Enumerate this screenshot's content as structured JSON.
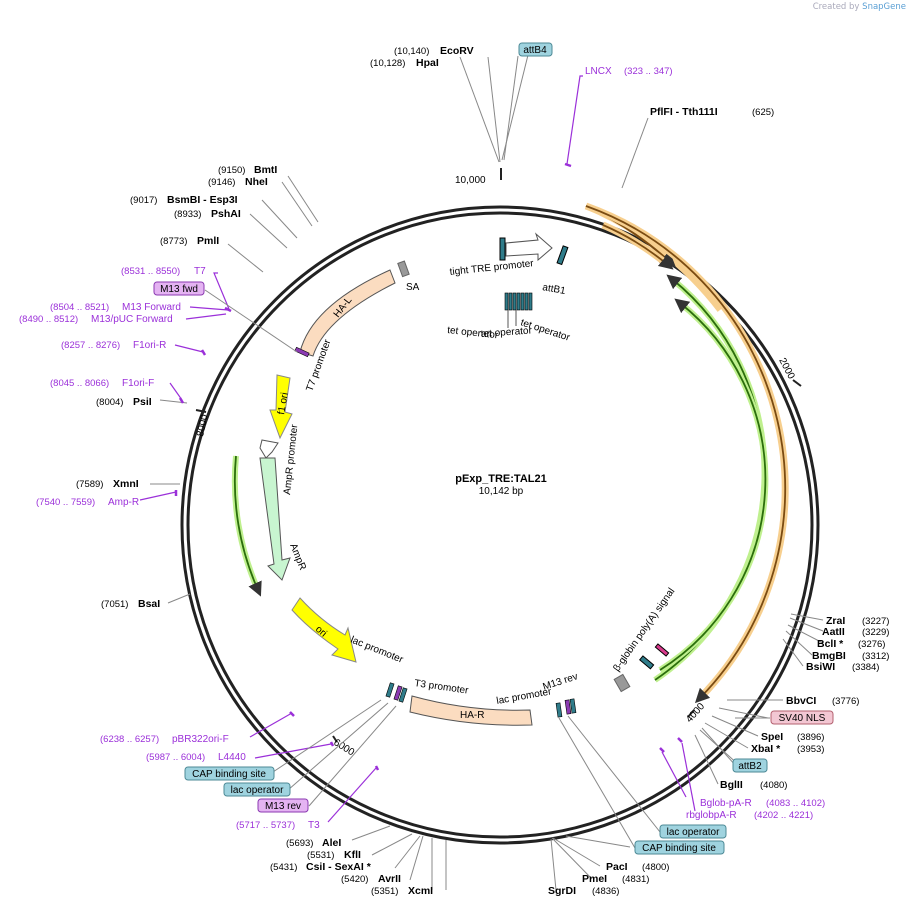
{
  "credit": {
    "prefix": "Created by",
    "brand": "SnapGene"
  },
  "plasmid": {
    "name": "pExp_TRE:TAL21",
    "length_label": "10,142 bp"
  },
  "ticks": [
    "10,000",
    "2000",
    "4000",
    "6000",
    "8000"
  ],
  "sites": [
    {
      "id": "s1",
      "name": "EcoRV",
      "coord": "(10,140)"
    },
    {
      "id": "s2",
      "name": "HpaI",
      "coord": "(10,128)"
    },
    {
      "id": "s3",
      "name": "PflFI   - Tth111I",
      "coord": "(625)"
    },
    {
      "id": "s4",
      "name": "BmtI",
      "coord": "(9150)"
    },
    {
      "id": "s5",
      "name": "NheI",
      "coord": "(9146)"
    },
    {
      "id": "s6",
      "name": "BsmBI    - Esp3I",
      "coord": "(9017)"
    },
    {
      "id": "s7",
      "name": "PshAI",
      "coord": "(8933)"
    },
    {
      "id": "s8",
      "name": "PmlI",
      "coord": "(8773)"
    },
    {
      "id": "s9",
      "name": "PsiI",
      "coord": "(8004)"
    },
    {
      "id": "s10",
      "name": "XmnI",
      "coord": "(7589)"
    },
    {
      "id": "s11",
      "name": "BsaI",
      "coord": "(7051)"
    },
    {
      "id": "s12",
      "name": "ZraI",
      "coord": "(3227)"
    },
    {
      "id": "s13",
      "name": "AatII",
      "coord": "(3229)"
    },
    {
      "id": "s14",
      "name": "BclI *",
      "coord": "(3276)"
    },
    {
      "id": "s15",
      "name": "BmgBI",
      "coord": "(3312)"
    },
    {
      "id": "s16",
      "name": "BsiWI",
      "coord": "(3384)"
    },
    {
      "id": "s17",
      "name": "BbvCI",
      "coord": "(3776)"
    },
    {
      "id": "s18",
      "name": "SpeI",
      "coord": "(3896)"
    },
    {
      "id": "s19",
      "name": "XbaI *",
      "coord": "(3953)"
    },
    {
      "id": "s20",
      "name": "BglII",
      "coord": "(4080)"
    },
    {
      "id": "s21",
      "name": "PacI",
      "coord": "(4800)"
    },
    {
      "id": "s22",
      "name": "PmeI",
      "coord": "(4831)"
    },
    {
      "id": "s23",
      "name": "SgrDI",
      "coord": "(4836)"
    },
    {
      "id": "s24",
      "name": "AleI",
      "coord": "(5693)"
    },
    {
      "id": "s25",
      "name": "KflI",
      "coord": "(5531)"
    },
    {
      "id": "s26",
      "name": "CsiI   - SexAI *",
      "coord": "(5431)"
    },
    {
      "id": "s27",
      "name": "AvrII",
      "coord": "(5420)"
    },
    {
      "id": "s28",
      "name": "XcmI",
      "coord": "(5351)"
    }
  ],
  "primers": [
    {
      "id": "p1",
      "name": "LNCX",
      "range": "(323 .. 347)"
    },
    {
      "id": "p2",
      "name": "T7",
      "range": "(8531 .. 8550)"
    },
    {
      "id": "p3",
      "name": "M13 Forward",
      "range": "(8504 .. 8521)"
    },
    {
      "id": "p4",
      "name": "M13/pUC Forward",
      "range": "(8490 .. 8512)"
    },
    {
      "id": "p5",
      "name": "F1ori-R",
      "range": "(8257 .. 8276)"
    },
    {
      "id": "p6",
      "name": "F1ori-F",
      "range": "(8045 .. 8066)"
    },
    {
      "id": "p7",
      "name": "Amp-R",
      "range": "(7540 .. 7559)"
    },
    {
      "id": "p8",
      "name": "pBR322ori-F",
      "range": "(6238 .. 6257)"
    },
    {
      "id": "p9",
      "name": "L4440",
      "range": "(5987 .. 6004)"
    },
    {
      "id": "p10",
      "name": "T3",
      "range": "(5717 .. 5737)"
    },
    {
      "id": "p11",
      "name": "Bglob-pA-R",
      "range": "(4083 .. 4102)"
    },
    {
      "id": "p12",
      "name": "rbglobpA-R",
      "range": "(4202 .. 4221)"
    }
  ],
  "boxes": [
    {
      "id": "b1",
      "name": "attB4",
      "color": "#9fd3df"
    },
    {
      "id": "b2",
      "name": "M13 fwd",
      "color": "#e4b3f2"
    },
    {
      "id": "b3",
      "name": "SV40 NLS",
      "color": "#f3c7d3"
    },
    {
      "id": "b4",
      "name": "attB2",
      "color": "#9fd3df"
    },
    {
      "id": "b5",
      "name": "lac operator",
      "color": "#9fd3df"
    },
    {
      "id": "b6",
      "name": "CAP binding site",
      "color": "#9fd3df"
    },
    {
      "id": "b7",
      "name": "CAP binding site",
      "color": "#9fd3df"
    },
    {
      "id": "b8",
      "name": "lac operator",
      "color": "#9fd3df"
    },
    {
      "id": "b9",
      "name": "M13 rev",
      "color": "#e4b3f2"
    }
  ],
  "features": {
    "tight_tre": "tight TRE promoter",
    "attb1": "attB1",
    "tetop1": "tet operator",
    "tetop2": "tet operator",
    "tetop3": "tet operator",
    "sa": "SA",
    "hal": "HA-L",
    "t7": "T7 promoter",
    "f1ori": "f1 ori",
    "ampr_prom": "AmpR promoter",
    "ampr": "AmpR",
    "ori": "ori",
    "lac1": "lac promoter",
    "t3": "T3 promoter",
    "har": "HA-R",
    "lac2": "lac promoter",
    "m13rev": "M13 rev",
    "bglobin": "β-globin poly(A) signal"
  },
  "colors": {
    "backbone": "#222222",
    "primer": "#9b30d9",
    "orange": "#f0b44c",
    "green": "#3c9a1a",
    "yellow": "#ffff00",
    "peach": "#fbdcc0",
    "mint": "#c8f5d0"
  }
}
